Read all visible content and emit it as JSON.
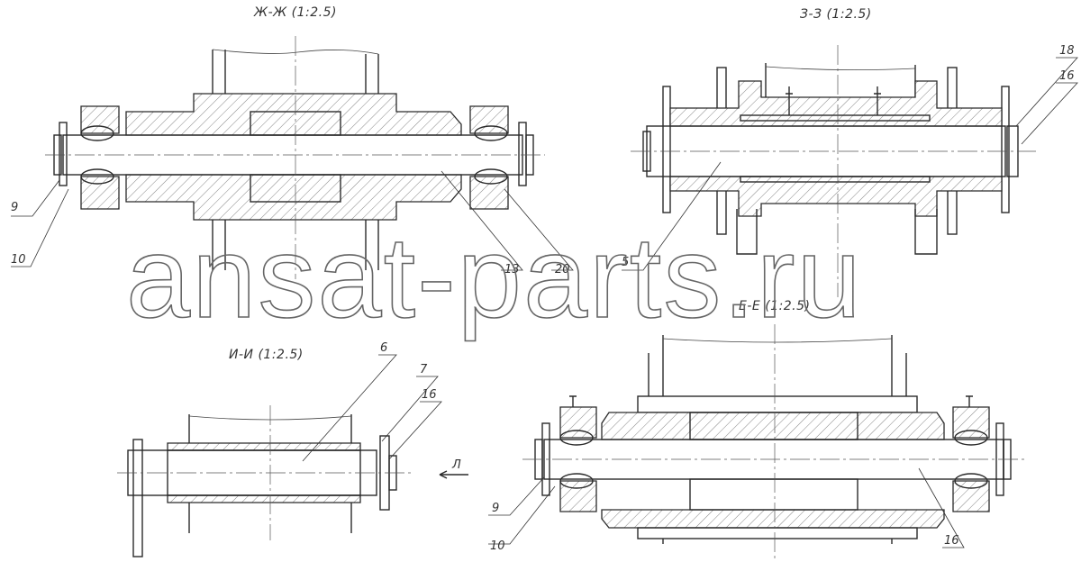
{
  "views": {
    "zh": {
      "title": "Ж-Ж (1:2.5)",
      "labels": [
        "9",
        "10",
        "13",
        "20"
      ]
    },
    "z": {
      "title": "З-З (1:2.5)",
      "labels": [
        "18",
        "16",
        "5"
      ]
    },
    "i": {
      "title": "И-И (1:2.5)",
      "labels": [
        "6",
        "7",
        "16"
      ],
      "arrow_label": "Л"
    },
    "e": {
      "title": "Е-Е (1:2.5)",
      "labels": [
        "9",
        "10",
        "16"
      ]
    }
  },
  "watermark": "ansat-parts.ru"
}
